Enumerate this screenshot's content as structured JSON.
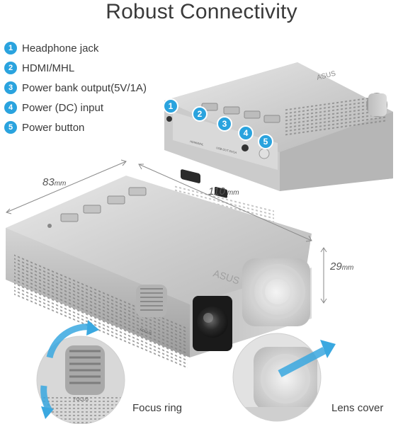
{
  "title": "Robust Connectivity",
  "legend": [
    {
      "number": "1",
      "label": "Headphone jack"
    },
    {
      "number": "2",
      "label": "HDMI/MHL"
    },
    {
      "number": "3",
      "label": "Power bank output(5V/1A)"
    },
    {
      "number": "4",
      "label": "Power (DC) input"
    },
    {
      "number": "5",
      "label": "Power button"
    }
  ],
  "dimensions": {
    "depth_value": "83",
    "depth_unit": "mm",
    "width_value": "110",
    "width_unit": "mm",
    "height_value": "29",
    "height_unit": "mm"
  },
  "device": {
    "brand": "ASUS",
    "focus_label": "FOCUS",
    "hdmi_port_label": "HDMI/MHL",
    "usb_port_label": "USB OUT 5V/1A"
  },
  "captions": {
    "focus_ring": "Focus ring",
    "lens_cover": "Lens cover"
  },
  "colors": {
    "accent": "#2aa3de",
    "device_silver": "#c9c9c9",
    "arrow_blue": "#3aa8e0"
  }
}
